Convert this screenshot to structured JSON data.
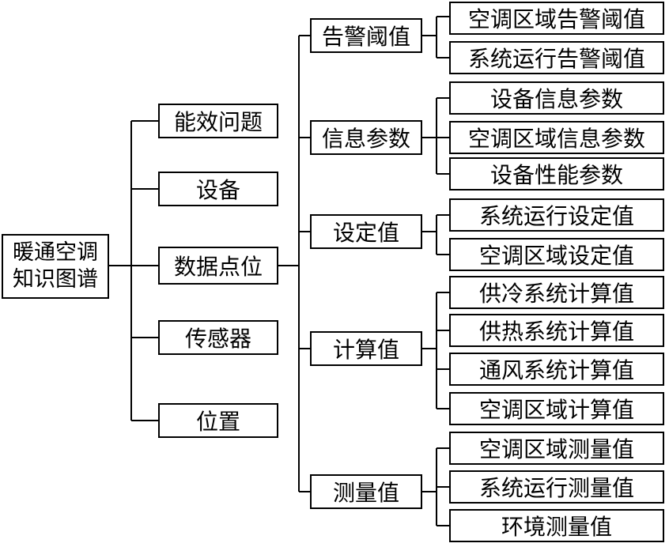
{
  "root": {
    "line1": "暖通空调",
    "line2": "知识图谱"
  },
  "level1": [
    {
      "label": "能效问题"
    },
    {
      "label": "设备"
    },
    {
      "label": "数据点位"
    },
    {
      "label": "传感器"
    },
    {
      "label": "位置"
    }
  ],
  "level2": [
    {
      "label": "告警阈值",
      "children": [
        "空调区域告警阈值",
        "系统运行告警阈值"
      ]
    },
    {
      "label": "信息参数",
      "children": [
        "设备信息参数",
        "空调区域信息参数",
        "设备性能参数"
      ]
    },
    {
      "label": "设定值",
      "children": [
        "系统运行设定值",
        "空调区域设定值"
      ]
    },
    {
      "label": "计算值",
      "children": [
        "供冷系统计算值",
        "供热系统计算值",
        "通风系统计算值",
        "空调区域计算值"
      ]
    },
    {
      "label": "测量值",
      "children": [
        "空调区域测量值",
        "系统运行测量值",
        "环境测量值"
      ]
    }
  ]
}
